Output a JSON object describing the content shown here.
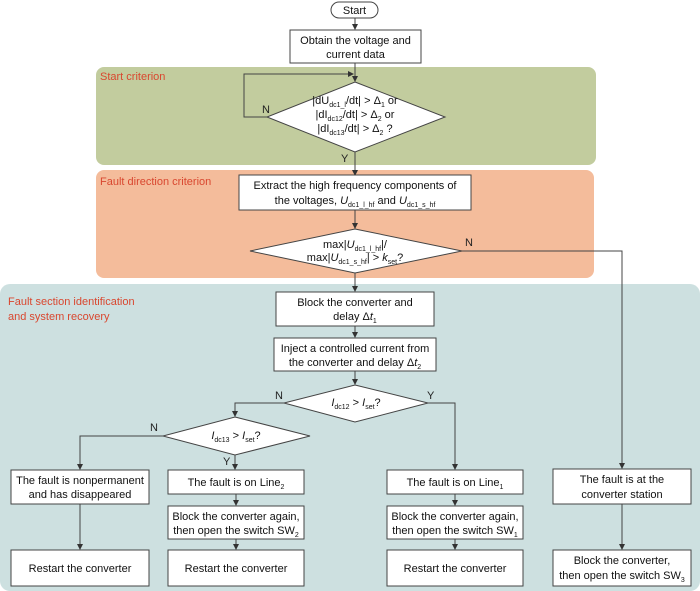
{
  "regions": {
    "start_criterion": {
      "label": "Start criterion",
      "color": "#c2cc9e"
    },
    "fault_direction": {
      "label": "Fault direction criterion",
      "color": "#f4bc9b"
    },
    "fault_section": {
      "label_line1": "Fault section identification",
      "label_line2": "and system recovery",
      "color": "#cde0e0"
    },
    "label_color": "#d9472f"
  },
  "nodes": {
    "start": "Start",
    "obtain": {
      "line1": "Obtain the voltage and",
      "line2": "current data"
    },
    "start_cond": {
      "line1": {
        "a": "|dU",
        "sub": "dc1_l",
        "b": "/dt| > Δ",
        "sub2": "1",
        "c": " or"
      },
      "line2": {
        "a": "|dI",
        "sub": "dc12",
        "b": "/dt| > Δ",
        "sub2": "2",
        "c": " or"
      },
      "line3": {
        "a": "|dI",
        "sub": "dc13",
        "b": "/dt| > Δ",
        "sub2": "2",
        "c": " ?"
      }
    },
    "extract": {
      "line1": "Extract the high frequency components of",
      "line2_a": "the voltages, ",
      "u1": "U",
      "u1_sub": "dc1_l_hf",
      "and": " and ",
      "u2": "U",
      "u2_sub": "dc1_s_hf"
    },
    "dir_cond": {
      "line1_a": "max|",
      "line1_u": "U",
      "line1_sub": "dc1_l_hf",
      "line1_b": "|/",
      "line2_a": "max|",
      "line2_u": "U",
      "line2_sub": "dc1_s_hf",
      "line2_b": "| > ",
      "k": "k",
      "k_sub": "set",
      "q": "?"
    },
    "block_delay": {
      "line1": "Block the converter and",
      "line2": "delay Δ",
      "t": "t",
      "t_sub": "1"
    },
    "inject": {
      "line1": "Inject a controlled current from",
      "line2": "the converter and delay Δ",
      "t": "t",
      "t_sub": "2"
    },
    "cond12": {
      "i": "I",
      "i_sub": "dc12",
      "gt": " > ",
      "iset": "I",
      "iset_sub": "set",
      "q": "?"
    },
    "cond13": {
      "i": "I",
      "i_sub": "dc13",
      "gt": " > ",
      "iset": "I",
      "iset_sub": "set",
      "q": "?"
    },
    "nonpermanent": {
      "line1": "The fault is nonpermanent",
      "line2": "and has disappeared"
    },
    "line2_fault": {
      "text": "The fault is on Line",
      "sub": "2"
    },
    "line1_fault": {
      "text": "The fault is on Line",
      "sub": "1"
    },
    "station_fault": {
      "line1": "The fault is at the",
      "line2": "converter station"
    },
    "block_sw2": {
      "line1": "Block the converter again,",
      "line2": "then open the switch SW",
      "sub": "2"
    },
    "block_sw1": {
      "line1": "Block the converter again,",
      "line2": "then open the switch SW",
      "sub": "1"
    },
    "restart_a": "Restart the converter",
    "restart_b": "Restart the converter",
    "restart_c": "Restart the converter",
    "block_sw3": {
      "line1": "Block the converter,",
      "line2": "then open the switch SW",
      "sub": "3"
    }
  },
  "edge_labels": {
    "yes": "Y",
    "no": "N"
  }
}
